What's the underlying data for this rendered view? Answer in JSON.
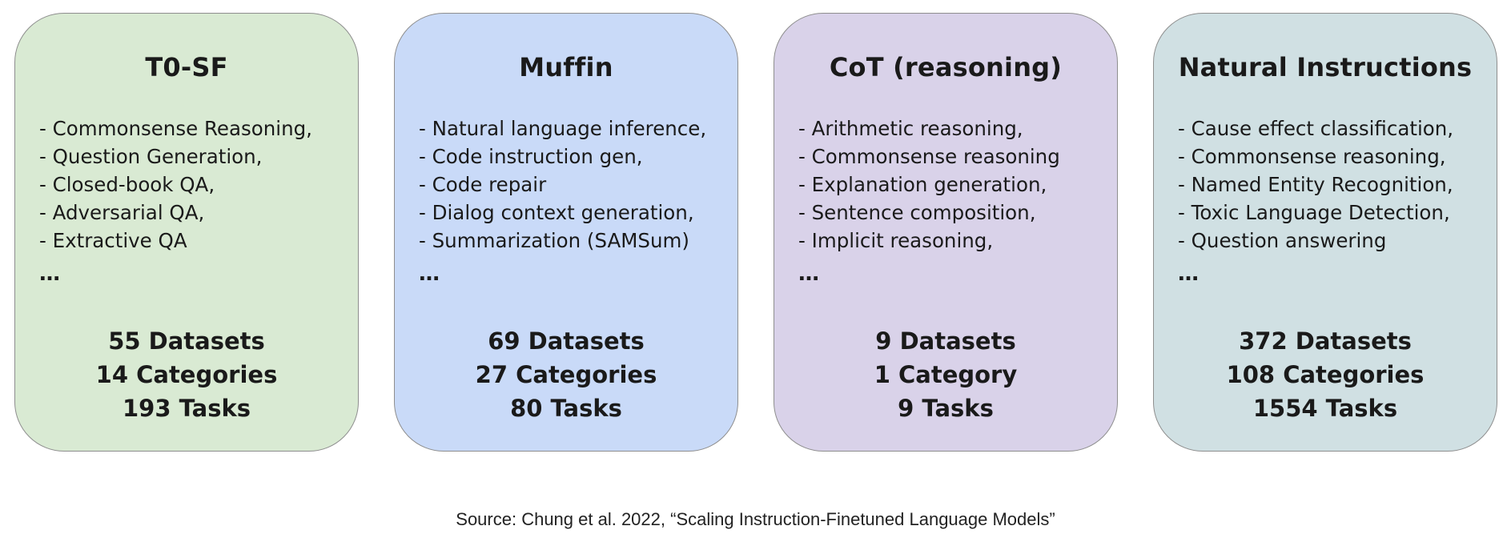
{
  "colors": {
    "t0sf": "#d9ead3",
    "muffin": "#c9daf8",
    "cot": "#d9d2e9",
    "natural_instructions": "#d0e0e3",
    "border": "#8e8e8e",
    "text": "#1a1a1a"
  },
  "cards": [
    {
      "title": "T0-SF",
      "items": [
        "- Commonsense Reasoning,",
        "- Question Generation,",
        "- Closed-book QA,",
        "- Adversarial QA,",
        "- Extractive QA"
      ],
      "ellipsis": "…",
      "datasets": "55 Datasets",
      "categories": "14 Categories",
      "tasks": "193 Tasks"
    },
    {
      "title": "Muffin",
      "items": [
        "- Natural language inference,",
        "- Code instruction gen,",
        "- Code repair",
        "- Dialog context generation,",
        "- Summarization (SAMSum)"
      ],
      "ellipsis": "…",
      "datasets": "69 Datasets",
      "categories": "27 Categories",
      "tasks": "80 Tasks"
    },
    {
      "title": "CoT (reasoning)",
      "items": [
        "- Arithmetic reasoning,",
        "- Commonsense reasoning",
        "- Explanation generation,",
        "- Sentence composition,",
        "- Implicit reasoning,"
      ],
      "ellipsis": "…",
      "datasets": "9 Datasets",
      "categories": "1 Category",
      "tasks": "9 Tasks"
    },
    {
      "title": "Natural Instructions",
      "items": [
        "- Cause effect classification,",
        "- Commonsense reasoning,",
        "- Named Entity Recognition,",
        "- Toxic Language Detection,",
        "- Question answering"
      ],
      "ellipsis": "…",
      "datasets": "372 Datasets",
      "categories": "108 Categories",
      "tasks": "1554 Tasks"
    }
  ],
  "source": "Source:  Chung et al. 2022, “Scaling Instruction-Finetuned Language Models”"
}
